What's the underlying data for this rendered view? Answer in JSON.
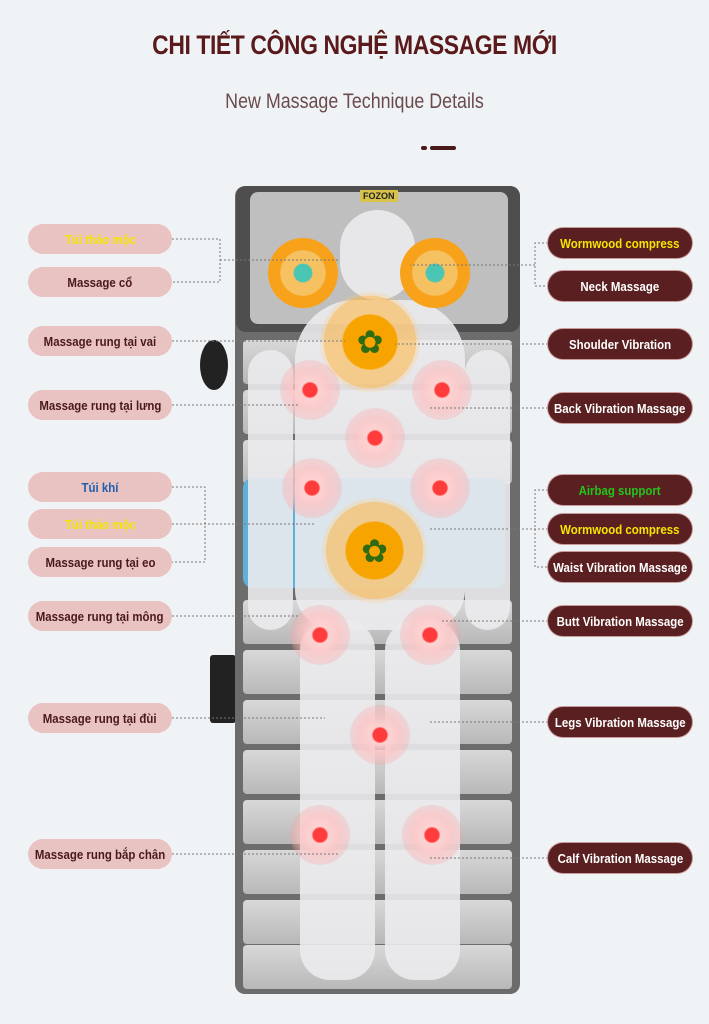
{
  "header": {
    "title": "CHI TIẾT CÔNG NGHỆ MASSAGE MỚI",
    "subtitle": "New Massage Technique Details"
  },
  "product": {
    "logo": "FOZON"
  },
  "left_labels": [
    {
      "text": "Túi thảo mộc",
      "color": "#f5e600"
    },
    {
      "text": "Massage cổ",
      "color": "#4a1a1a"
    },
    {
      "text": "Massage rung tại vai",
      "color": "#4a1a1a"
    },
    {
      "text": "Massage rung tại lưng",
      "color": "#4a1a1a"
    },
    {
      "text": "Túi khí",
      "color": "#1f5fae"
    },
    {
      "text": "Túi thảo mộc",
      "color": "#f5e600"
    },
    {
      "text": "Massage rung tại eo",
      "color": "#4a1a1a"
    },
    {
      "text": "Massage rung tại mông",
      "color": "#4a1a1a"
    },
    {
      "text": "Massage rung tại đùi",
      "color": "#4a1a1a"
    },
    {
      "text": "Massage rung bắp chân",
      "color": "#4a1a1a"
    }
  ],
  "right_labels": [
    {
      "text": "Wormwood compress",
      "color": "#f5e600"
    },
    {
      "text": "Neck Massage",
      "color": "#ffffff"
    },
    {
      "text": "Shoulder Vibration",
      "color": "#ffffff"
    },
    {
      "text": "Back Vibration Massage",
      "color": "#ffffff"
    },
    {
      "text": "Airbag support",
      "color": "#22c51a"
    },
    {
      "text": "Wormwood compress",
      "color": "#f5e600"
    },
    {
      "text": "Waist Vibration Massage",
      "color": "#ffffff"
    },
    {
      "text": "Butt Vibration Massage",
      "color": "#ffffff"
    },
    {
      "text": "Legs Vibration Massage",
      "color": "#ffffff"
    },
    {
      "text": "Calf Vibration Massage",
      "color": "#ffffff"
    }
  ]
}
